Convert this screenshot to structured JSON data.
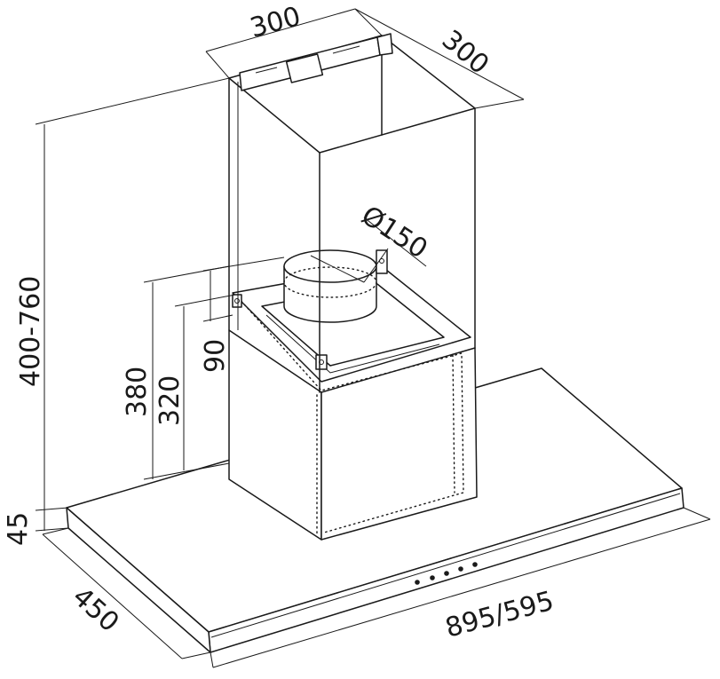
{
  "dimensions": {
    "chimney_width": "300",
    "chimney_depth": "300",
    "duct_diameter": "Ø150",
    "chimney_height_range": "400-760",
    "height_380": "380",
    "height_320": "320",
    "height_90": "90",
    "canopy_thickness": "45",
    "canopy_depth": "450",
    "canopy_width": "895/595"
  },
  "colors": {
    "line": "#1a1a1a",
    "background": "#ffffff"
  }
}
